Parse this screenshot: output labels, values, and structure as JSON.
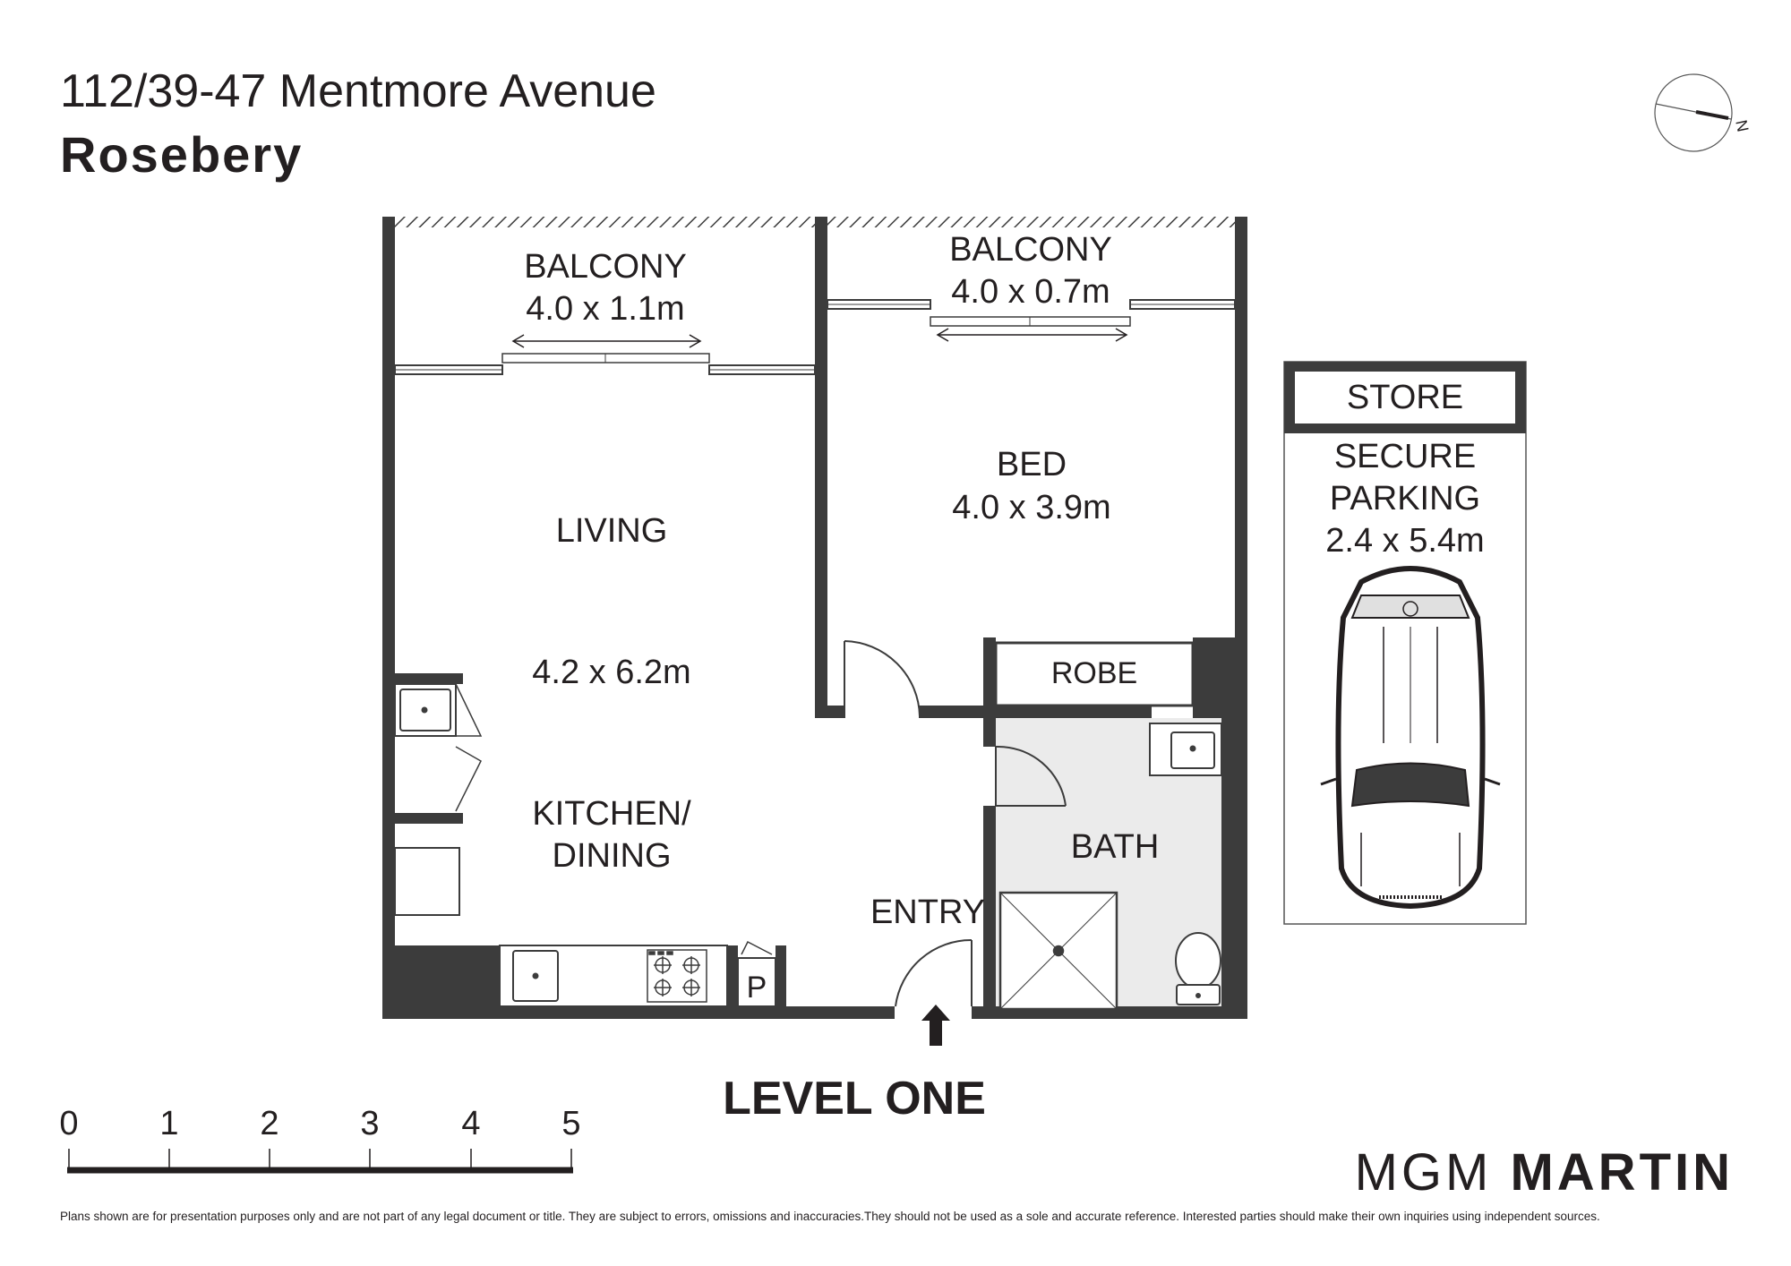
{
  "header": {
    "address": "112/39-47 Mentmore Avenue",
    "suburb": "Rosebery"
  },
  "compass": {
    "icon": "north-arrow-icon",
    "label": "N"
  },
  "rooms": {
    "balcony_left": {
      "name": "BALCONY",
      "size": "4.0 x 1.1m"
    },
    "balcony_right": {
      "name": "BALCONY",
      "size": "4.0 x 0.7m"
    },
    "living": {
      "name": "LIVING",
      "size": "4.2 x 6.2m"
    },
    "kitchen": {
      "name_line1": "KITCHEN/",
      "name_line2": "DINING"
    },
    "bed": {
      "name": "BED",
      "size": "4.0 x 3.9m"
    },
    "robe": {
      "name": "ROBE"
    },
    "bath": {
      "name": "BATH"
    },
    "entry": {
      "name": "ENTRY"
    },
    "pantry": {
      "name": "P"
    },
    "store": {
      "name": "STORE"
    },
    "parking": {
      "name_line1": "SECURE",
      "name_line2": "PARKING",
      "size": "2.4 x 5.4m"
    }
  },
  "level_label": "LEVEL ONE",
  "scale_bar": {
    "ticks": [
      "0",
      "1",
      "2",
      "3",
      "4",
      "5"
    ]
  },
  "brand": {
    "part1": "MGM",
    "part2": "MARTIN"
  },
  "disclaimer": "Plans shown are for presentation purposes only and are not part of any legal document or title. They are subject to errors, omissions and inaccuracies.They should not be used as a sole and accurate reference. Interested parties should make their own inquiries using independent sources.",
  "colors": {
    "wall": "#3c3c3c",
    "bath_floor": "#ebebeb",
    "text": "#231f20"
  }
}
